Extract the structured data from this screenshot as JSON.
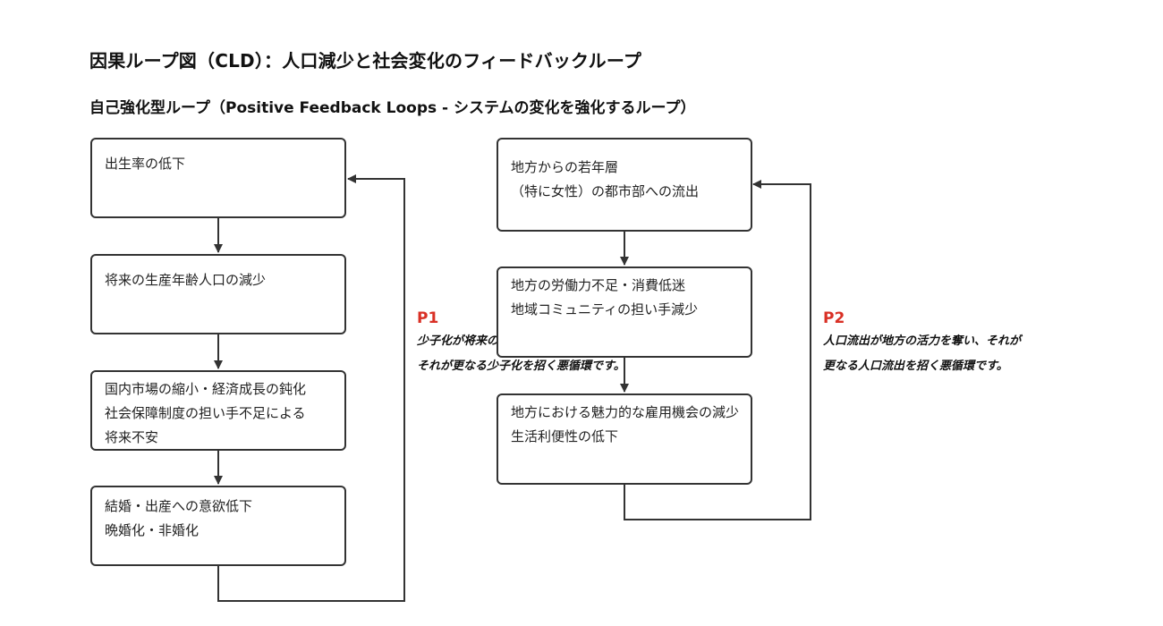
{
  "title": "因果ループ図（CLD）：人口減少と社会変化のフィードバックループ",
  "subtitle": "自己強化型ループ（Positive Feedback Loops - システムの変化を強化するループ）",
  "loops": [
    {
      "id": "P1",
      "label": "P1",
      "description": [
        "少子化が将来の経済・社会を不安定にし、",
        "それが更なる少子化を招く悪循環です。"
      ],
      "nodes": [
        {
          "lines": [
            "出生率の低下"
          ]
        },
        {
          "lines": [
            "将来の生産年齢人口の減少"
          ]
        },
        {
          "lines": [
            "国内市場の縮小・経済成長の鈍化",
            "社会保障制度の担い手不足による",
            "将来不安"
          ]
        },
        {
          "lines": [
            "結婚・出産への意欲低下",
            "晩婚化・非婚化"
          ]
        }
      ]
    },
    {
      "id": "P2",
      "label": "P2",
      "description": [
        "人口流出が地方の活力を奪い、それが",
        "更なる人口流出を招く悪循環です。"
      ],
      "nodes": [
        {
          "lines": [
            "地方からの若年層",
            "（特に女性）の都市部への流出"
          ]
        },
        {
          "lines": [
            "地方の労働力不足・消費低迷",
            "地域コミュニティの担い手減少"
          ]
        },
        {
          "lines": [
            "地方における魅力的な雇用機会の減少",
            "生活利便性の低下"
          ]
        }
      ]
    }
  ],
  "colors": {
    "loop_label": "#d93025",
    "border": "#333333",
    "arrow": "#333333"
  }
}
